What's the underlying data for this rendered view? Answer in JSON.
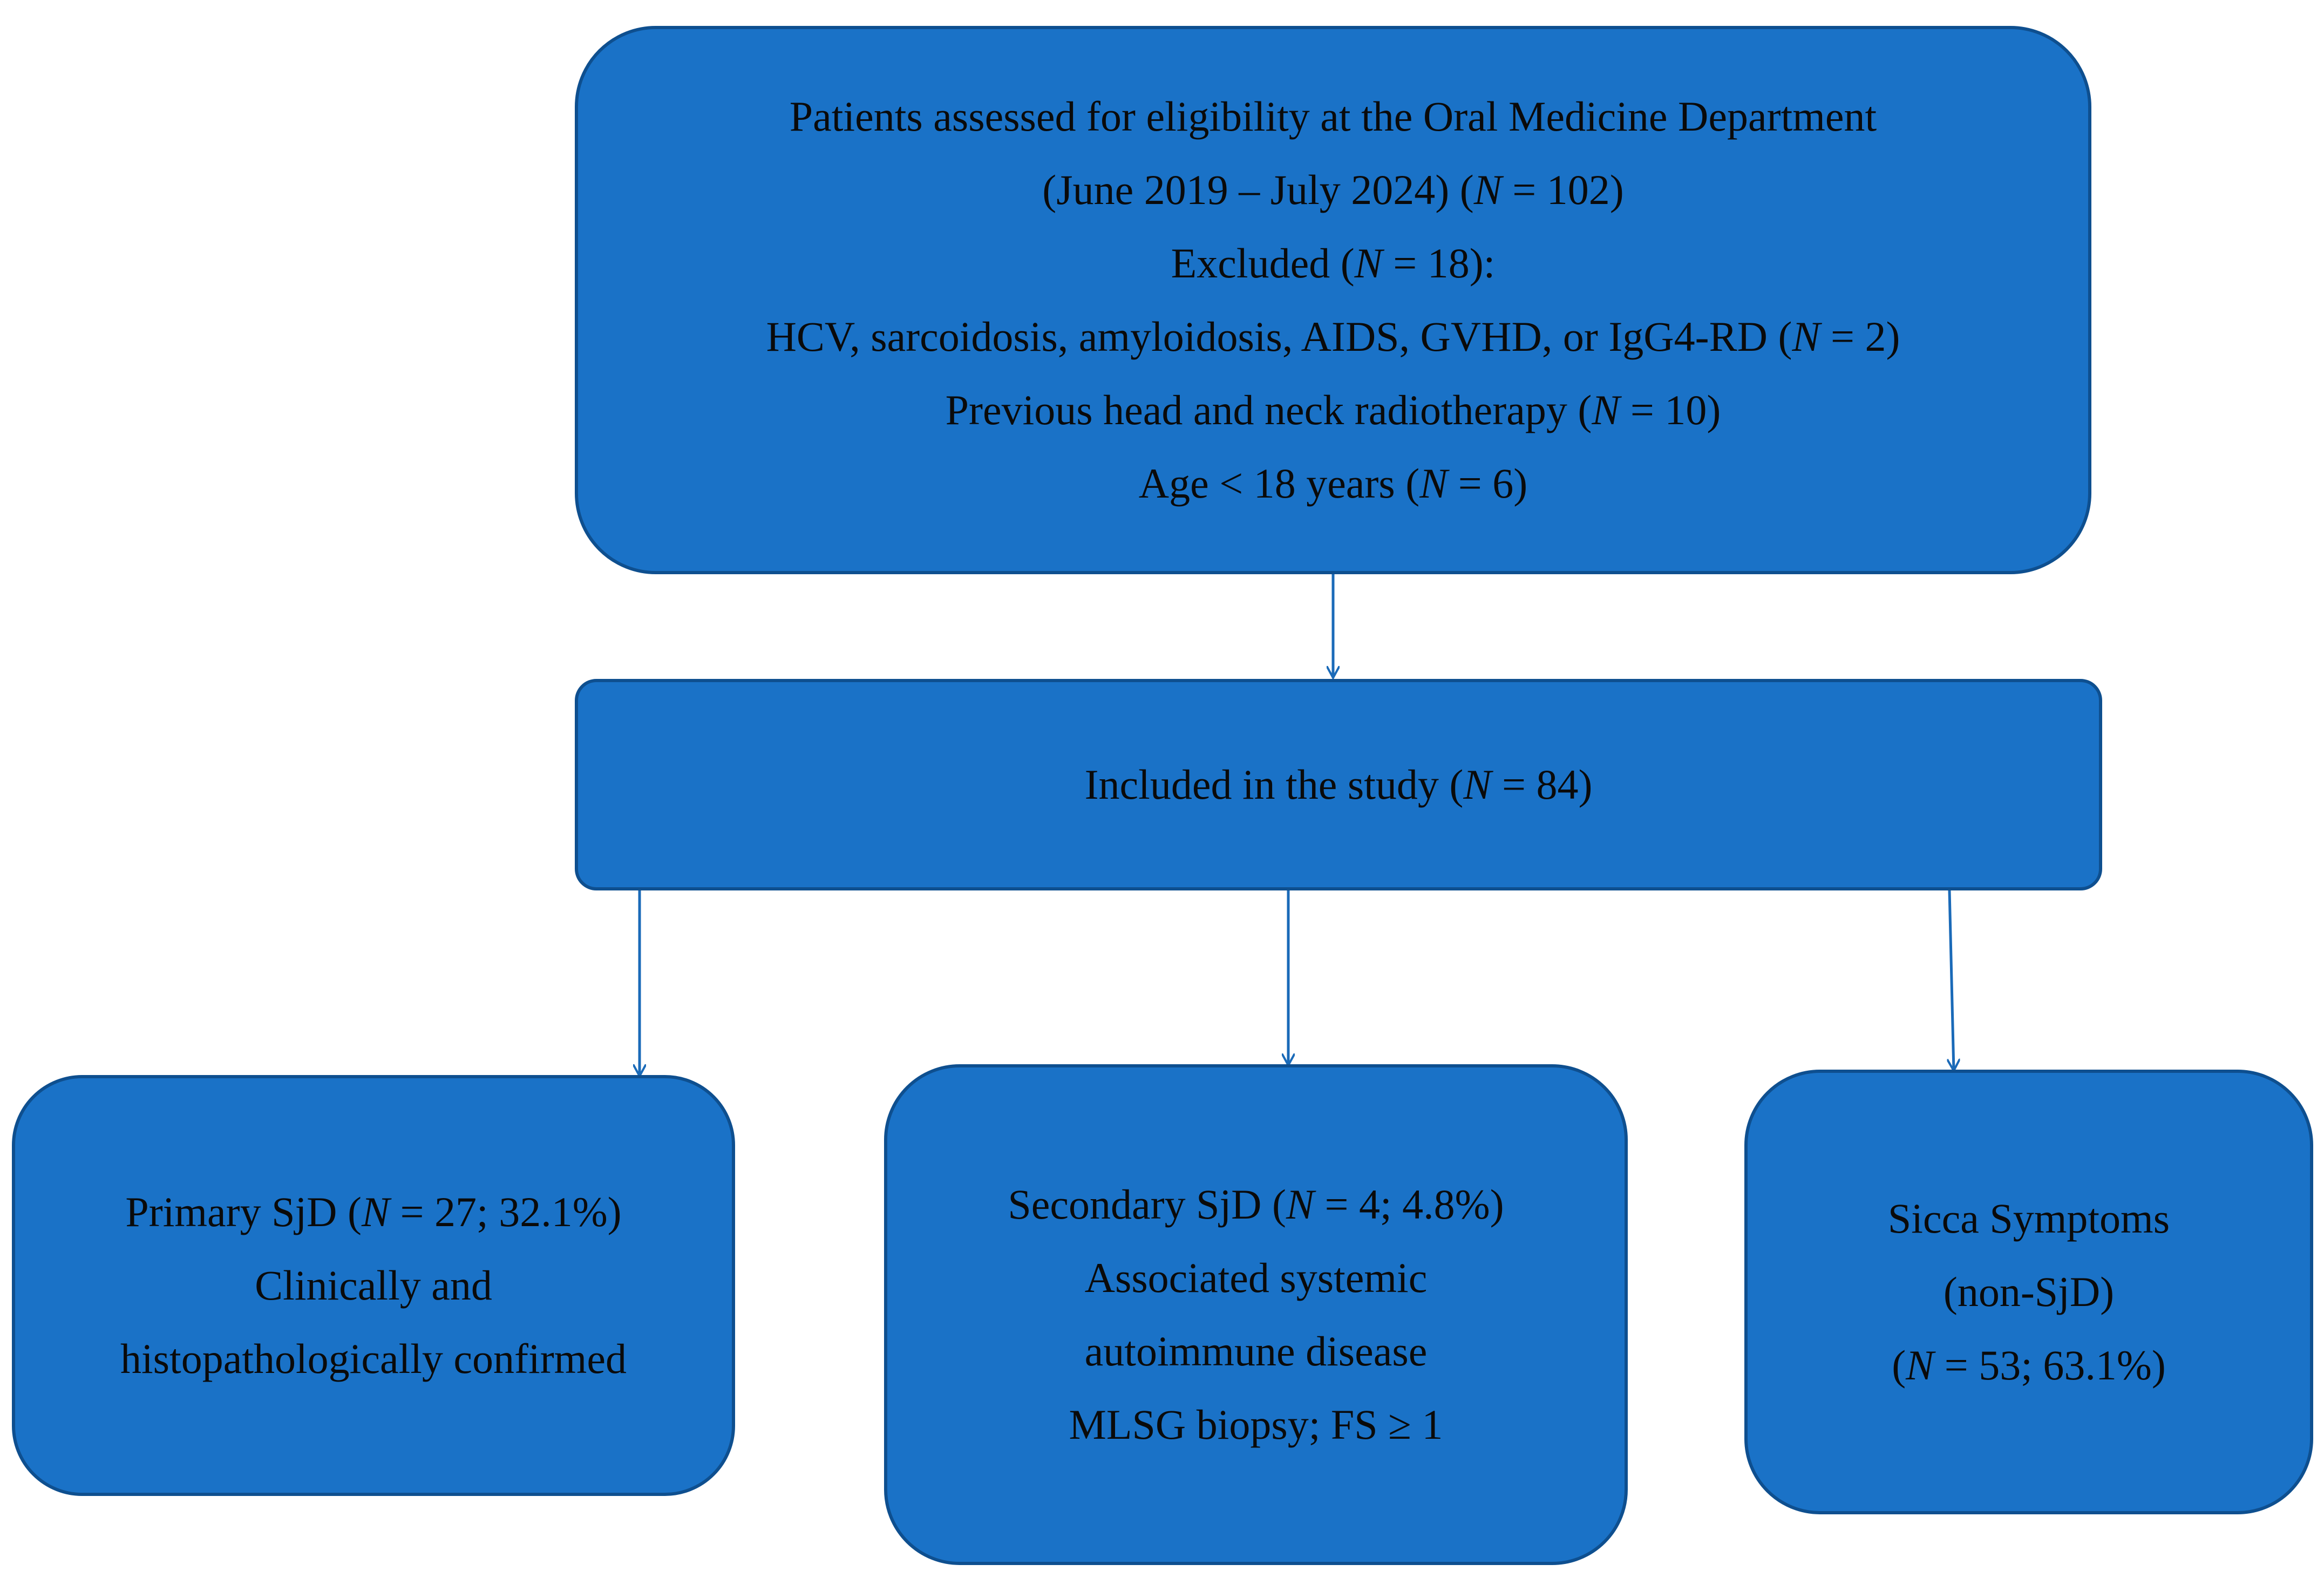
{
  "diagram": {
    "screening_box": {
      "line1": "Patients assessed for eligibility at the Oral Medicine Department",
      "line2": {
        "pre": "(June 2019 – July 2024) (",
        "n": "N",
        "post": " = 102)"
      },
      "line3": {
        "pre": "Excluded (",
        "n": "N",
        "post": " = 18):"
      },
      "line4": {
        "pre": "HCV, sarcoidosis, amyloidosis, AIDS, GVHD, or IgG4-RD (",
        "n": "N",
        "post": " = 2)"
      },
      "line5": {
        "pre": "Previous head and neck radiotherapy (",
        "n": "N",
        "post": " = 10)"
      },
      "line6": {
        "pre": "Age < 18 years (",
        "n": "N",
        "post": " = 6)"
      }
    },
    "included_box": {
      "line1": {
        "pre": "Included in the study (",
        "n": "N",
        "post": " = 84)"
      }
    },
    "primary_box": {
      "line1": {
        "pre": "Primary SjD (",
        "n": "N",
        "post": " = 27; 32.1%)"
      },
      "line2": "Clinically and",
      "line3": "histopathologically confirmed"
    },
    "secondary_box": {
      "line1": {
        "pre": "Secondary SjD (",
        "n": "N",
        "post": " = 4; 4.8%)"
      },
      "line2": "Associated systemic",
      "line3": "autoimmune disease",
      "line4": "MLSG biopsy; FS ≥ 1"
    },
    "sicca_box": {
      "line1": "Sicca Symptoms",
      "line2": "(non-SjD)",
      "line3": {
        "pre": "(",
        "n": "N",
        "post": " = 53; 63.1%)"
      }
    },
    "colors": {
      "box_fill": "#1a72c7",
      "box_border": "#0e4f8f",
      "arrow": "#1a6ab8",
      "text": "#0a0a0a"
    }
  }
}
